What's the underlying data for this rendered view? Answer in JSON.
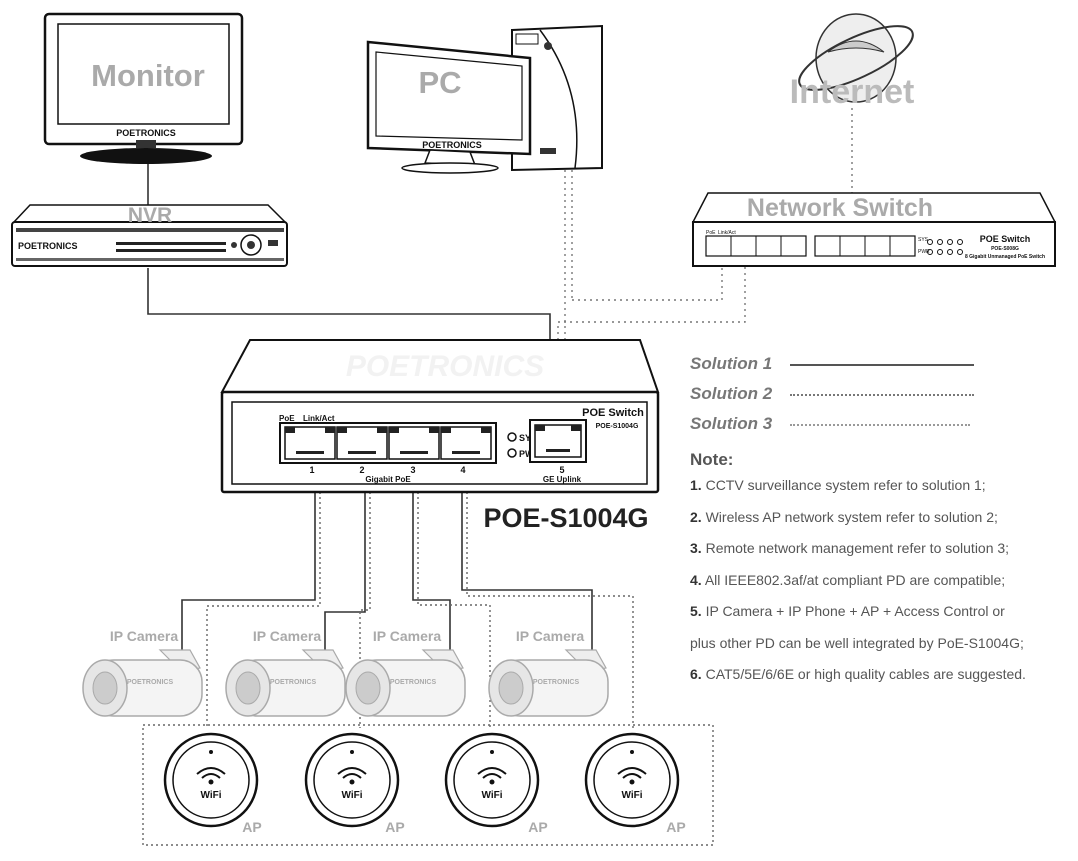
{
  "devices": {
    "monitor": {
      "label": "Monitor",
      "brand": "POETRONICS"
    },
    "pc": {
      "label": "PC",
      "brand": "POETRONICS"
    },
    "internet": {
      "label": "Internet"
    },
    "nvr": {
      "label": "NVR",
      "brand": "POETRONICS"
    },
    "network_switch": {
      "label": "Network Switch",
      "title": "POE Switch",
      "model": "POE-S008G",
      "desc": "8 Gigabit Unmanaged PoE Switch",
      "port_labels": [
        "PoE",
        "Link/Act"
      ],
      "led_labels": [
        "SYS",
        "PWR"
      ]
    },
    "poe_switch": {
      "watermark": "POETRONICS",
      "title": "POE Switch",
      "model": "POE-S1004G",
      "port_labels": [
        "PoE",
        "Link/Act"
      ],
      "port_numbers": [
        "1",
        "2",
        "3",
        "4"
      ],
      "uplink_number": "5",
      "uplink_label": "GE Uplink",
      "gigabit_label": "Gigabit PoE",
      "led_sys": "SYS",
      "led_pwr": "PWR",
      "big_label": "POE-S1004G"
    },
    "cameras": [
      {
        "label": "IP Camera",
        "brand": "POETRONICS"
      },
      {
        "label": "IP Camera",
        "brand": "POETRONICS"
      },
      {
        "label": "IP Camera",
        "brand": "POETRONICS"
      },
      {
        "label": "IP Camera",
        "brand": "POETRONICS"
      }
    ],
    "aps": [
      {
        "label": "AP",
        "badge": "WiFi"
      },
      {
        "label": "AP",
        "badge": "WiFi"
      },
      {
        "label": "AP",
        "badge": "WiFi"
      },
      {
        "label": "AP",
        "badge": "WiFi"
      }
    ]
  },
  "legend": {
    "solutions": [
      {
        "label": "Solution 1",
        "style": "solid"
      },
      {
        "label": "Solution 2",
        "style": "dotted"
      },
      {
        "label": "Solution 3",
        "style": "dotted-sparse"
      }
    ],
    "note_title": "Note:",
    "notes": [
      {
        "num": "1.",
        "text": "CCTV surveillance system refer to solution 1;"
      },
      {
        "num": "2.",
        "text": "Wireless AP network system refer to solution 2;"
      },
      {
        "num": "3.",
        "text": "Remote network management refer to solution 3;"
      },
      {
        "num": "4.",
        "text": "All IEEE802.3af/at compliant PD are compatible;"
      },
      {
        "num": "5.",
        "text": "IP Camera + IP Phone + AP + Access Control or"
      },
      {
        "num": "",
        "text": "plus other PD can be well integrated by PoE-S1004G;"
      },
      {
        "num": "6.",
        "text": "CAT5/5E/6/6E or high quality cables are suggested."
      }
    ]
  },
  "colors": {
    "line": "#333333",
    "label_gray": "#aaaaaa",
    "dark": "#111111"
  }
}
